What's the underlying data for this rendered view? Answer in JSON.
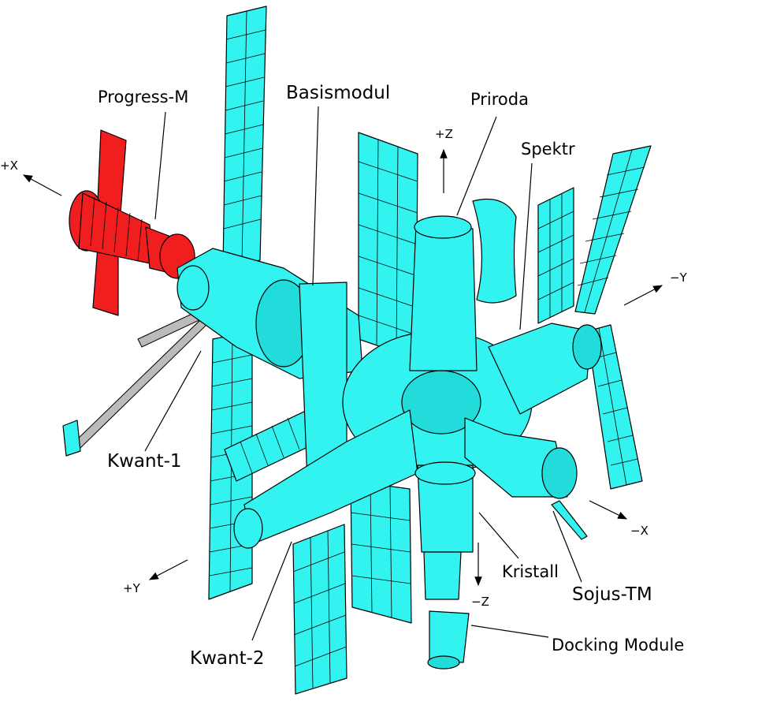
{
  "labels": {
    "progress_m": "Progress-M",
    "basismodul": "Basismodul",
    "priroda": "Priroda",
    "spektr": "Spektr",
    "kwant_1": "Kwant-1",
    "kwant_2": "Kwant-2",
    "kristall": "Kristall",
    "sojus_tm": "Sojus-TM",
    "docking_module": "Docking Module"
  },
  "axes": {
    "plus_x": "+X",
    "minus_x": "−X",
    "plus_y": "+Y",
    "minus_y": "−Y",
    "plus_z": "+Z",
    "minus_z": "−Z"
  },
  "colors": {
    "module": "#33f3f0",
    "progress": "#f01e1e",
    "outline": "#000000",
    "background": "#ffffff"
  }
}
